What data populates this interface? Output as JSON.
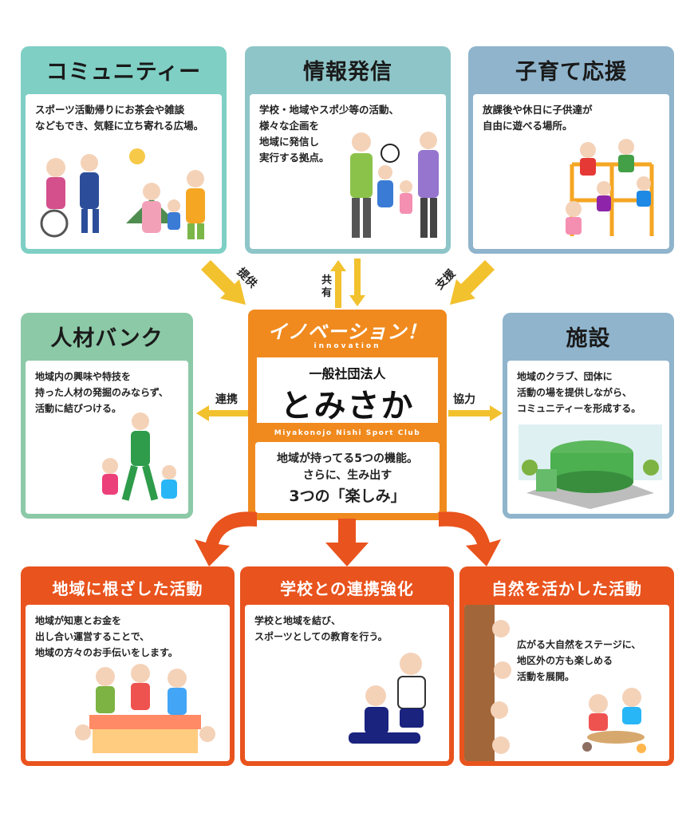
{
  "cards": {
    "community": {
      "title": "コミュニティー",
      "desc": "スポーツ活動帰りにお茶会や雑談\nなどもでき、気軽に立ち寄れる広場。"
    },
    "info": {
      "title": "情報発信",
      "desc": "学校・地域やスポ少等の活動、\n様々な企画を\n地域に発信し\n実行する拠点。"
    },
    "childcare": {
      "title": "子育て応援",
      "desc": "放課後や休日に子供達が\n自由に遊べる場所。"
    },
    "talent": {
      "title": "人材バンク",
      "desc": "地域内の興味や特技を\n持った人材の発掘のみならず、\n活動に結びつける。"
    },
    "facility": {
      "title": "施設",
      "desc": "地域のクラブ、団体に\n活動の場を提供しながら、\nコミュニティーを形成する。"
    },
    "local": {
      "title": "地域に根ざした活動",
      "desc": "地域が知恵とお金を\n出し合い運営することで、\n地域の方々のお手伝いをします。"
    },
    "school": {
      "title": "学校との連携強化",
      "desc": "学校と地域を結び、\nスポーツとしての教育を行う。"
    },
    "nature": {
      "title": "自然を活かした活動",
      "desc": "広がる大自然をステージに、\n地区外の方も楽しめる\n活動を展開。"
    }
  },
  "arrows": {
    "provide": "提供",
    "share": "共有",
    "support": "支援",
    "link": "連携",
    "cooperate": "協力"
  },
  "center": {
    "title": "イノベーション！",
    "subtitle": "innovation",
    "org_type": "一般社団法人",
    "name": "とみさか",
    "club": "Miyakonojo Nishi Sport Club",
    "line1": "地域が持ってる5つの機能。",
    "line2": "さらに、生み出す",
    "line3": "3つの「楽しみ」"
  },
  "colors": {
    "orange": "#e9531d",
    "center_orange": "#f08a1e",
    "arrow_yellow": "#f2c12e",
    "teal": "#7fcfc4",
    "blue": "#8fb4cc",
    "green": "#8cc9a7"
  }
}
